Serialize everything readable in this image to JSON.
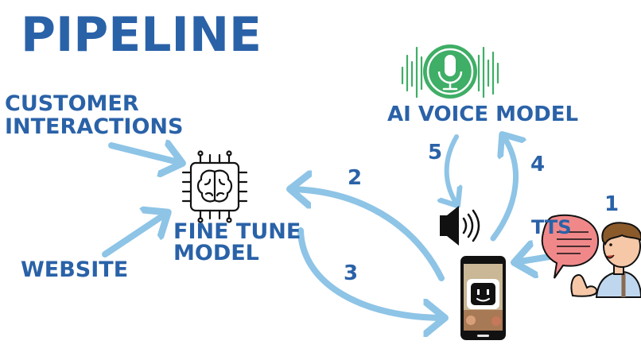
{
  "title": "PIPELINE",
  "labels": {
    "customer_line1": "CUSTOMER",
    "customer_line2": "INTERACTIONS",
    "website": "WEBSITE",
    "fine_tune_line1": "FINE TUNE",
    "fine_tune_line2": "MODEL",
    "ai_voice_model": "AI VOICE MODEL",
    "tts": "TTS"
  },
  "steps": [
    "1",
    "2",
    "3",
    "4",
    "5"
  ],
  "colors": {
    "text": "#2a62a8",
    "arrow": "#8ec4e6",
    "mic_green": "#3fae66",
    "bubble_pink": "#f0888a"
  },
  "icons": [
    "brain-chip-icon",
    "microphone-icon",
    "speaker-icon",
    "smartphone-icon",
    "robot-face-icon",
    "person-talking-icon"
  ]
}
